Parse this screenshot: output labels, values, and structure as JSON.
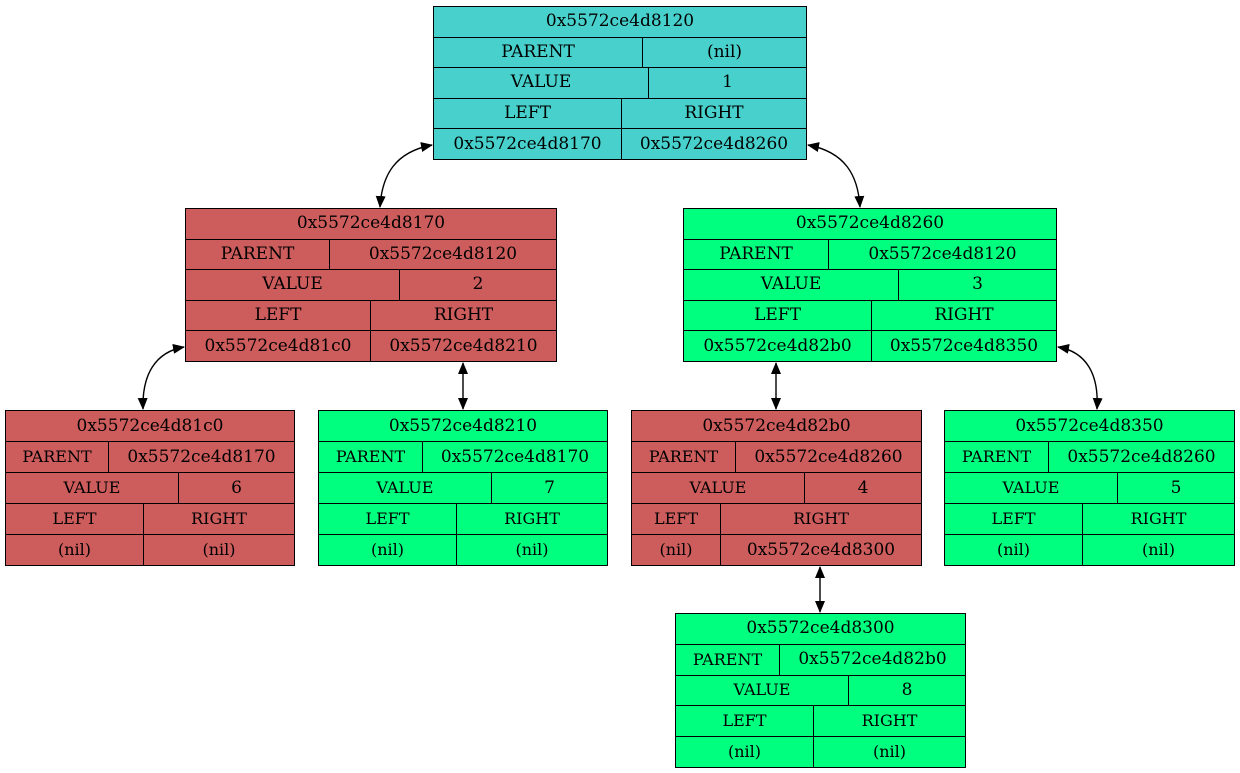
{
  "colors": {
    "root": "#48d1cc",
    "red": "#cd5c5c",
    "green": "#00ff7f",
    "edge": "#000000"
  },
  "labels": {
    "parent": "PARENT",
    "value": "VALUE",
    "left": "LEFT",
    "right": "RIGHT"
  },
  "nodes": {
    "root": {
      "address": "0x5572ce4d8120",
      "color": "root",
      "parent": "(nil)",
      "value": "1",
      "left": "0x5572ce4d8170",
      "right": "0x5572ce4d8260"
    },
    "n2": {
      "address": "0x5572ce4d8170",
      "color": "red",
      "parent": "0x5572ce4d8120",
      "value": "2",
      "left": "0x5572ce4d81c0",
      "right": "0x5572ce4d8210"
    },
    "n3": {
      "address": "0x5572ce4d8260",
      "color": "green",
      "parent": "0x5572ce4d8120",
      "value": "3",
      "left": "0x5572ce4d82b0",
      "right": "0x5572ce4d8350"
    },
    "n6": {
      "address": "0x5572ce4d81c0",
      "color": "red",
      "parent": "0x5572ce4d8170",
      "value": "6",
      "left": "(nil)",
      "right": "(nil)"
    },
    "n7": {
      "address": "0x5572ce4d8210",
      "color": "green",
      "parent": "0x5572ce4d8170",
      "value": "7",
      "left": "(nil)",
      "right": "(nil)"
    },
    "n4": {
      "address": "0x5572ce4d82b0",
      "color": "red",
      "parent": "0x5572ce4d8260",
      "value": "4",
      "left": "(nil)",
      "right": "0x5572ce4d8300"
    },
    "n5": {
      "address": "0x5572ce4d8350",
      "color": "green",
      "parent": "0x5572ce4d8260",
      "value": "5",
      "left": "(nil)",
      "right": "(nil)"
    },
    "n8": {
      "address": "0x5572ce4d8300",
      "color": "green",
      "parent": "0x5572ce4d82b0",
      "value": "8",
      "left": "(nil)",
      "right": "(nil)"
    }
  },
  "edges": [
    {
      "from": "root",
      "to": "n2"
    },
    {
      "from": "root",
      "to": "n3"
    },
    {
      "from": "n2",
      "to": "n6"
    },
    {
      "from": "n2",
      "to": "n7"
    },
    {
      "from": "n3",
      "to": "n4"
    },
    {
      "from": "n3",
      "to": "n5"
    },
    {
      "from": "n4",
      "to": "n8"
    }
  ]
}
